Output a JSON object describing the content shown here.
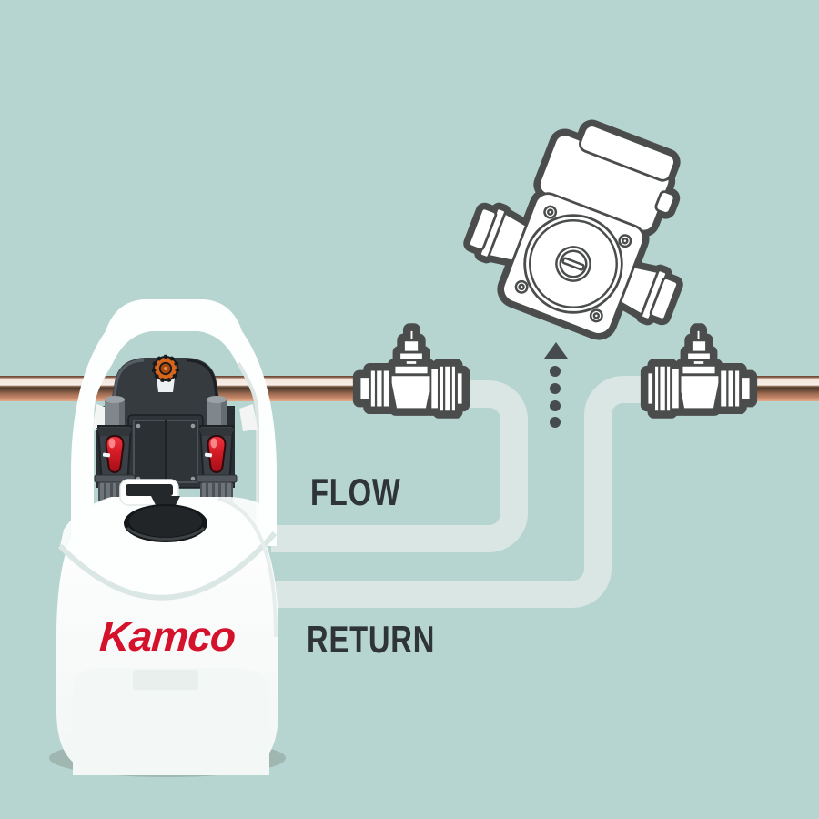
{
  "scene": {
    "background_color": "#b6d4d0",
    "outline_color": "#4b4d4d",
    "hose_color": "#d9e6e3",
    "copper_color": "#c08264",
    "label_color": "#2e3437",
    "arrow_color": "#464b4e",
    "shadow_color": "#9fb6b1"
  },
  "labels": {
    "flow": "FLOW",
    "return": "RETURN"
  },
  "machine": {
    "brand": "Kamco",
    "brand_color": "#d5122c",
    "lever_color": "#d41b26",
    "knob_color": "#d8651c"
  },
  "icons": {
    "pump": "circulator-pump-icon",
    "left_valve": "isolation-valve-icon",
    "right_valve": "isolation-valve-icon",
    "arrow": "dotted-up-arrow-icon",
    "machine": "power-flushing-machine"
  }
}
